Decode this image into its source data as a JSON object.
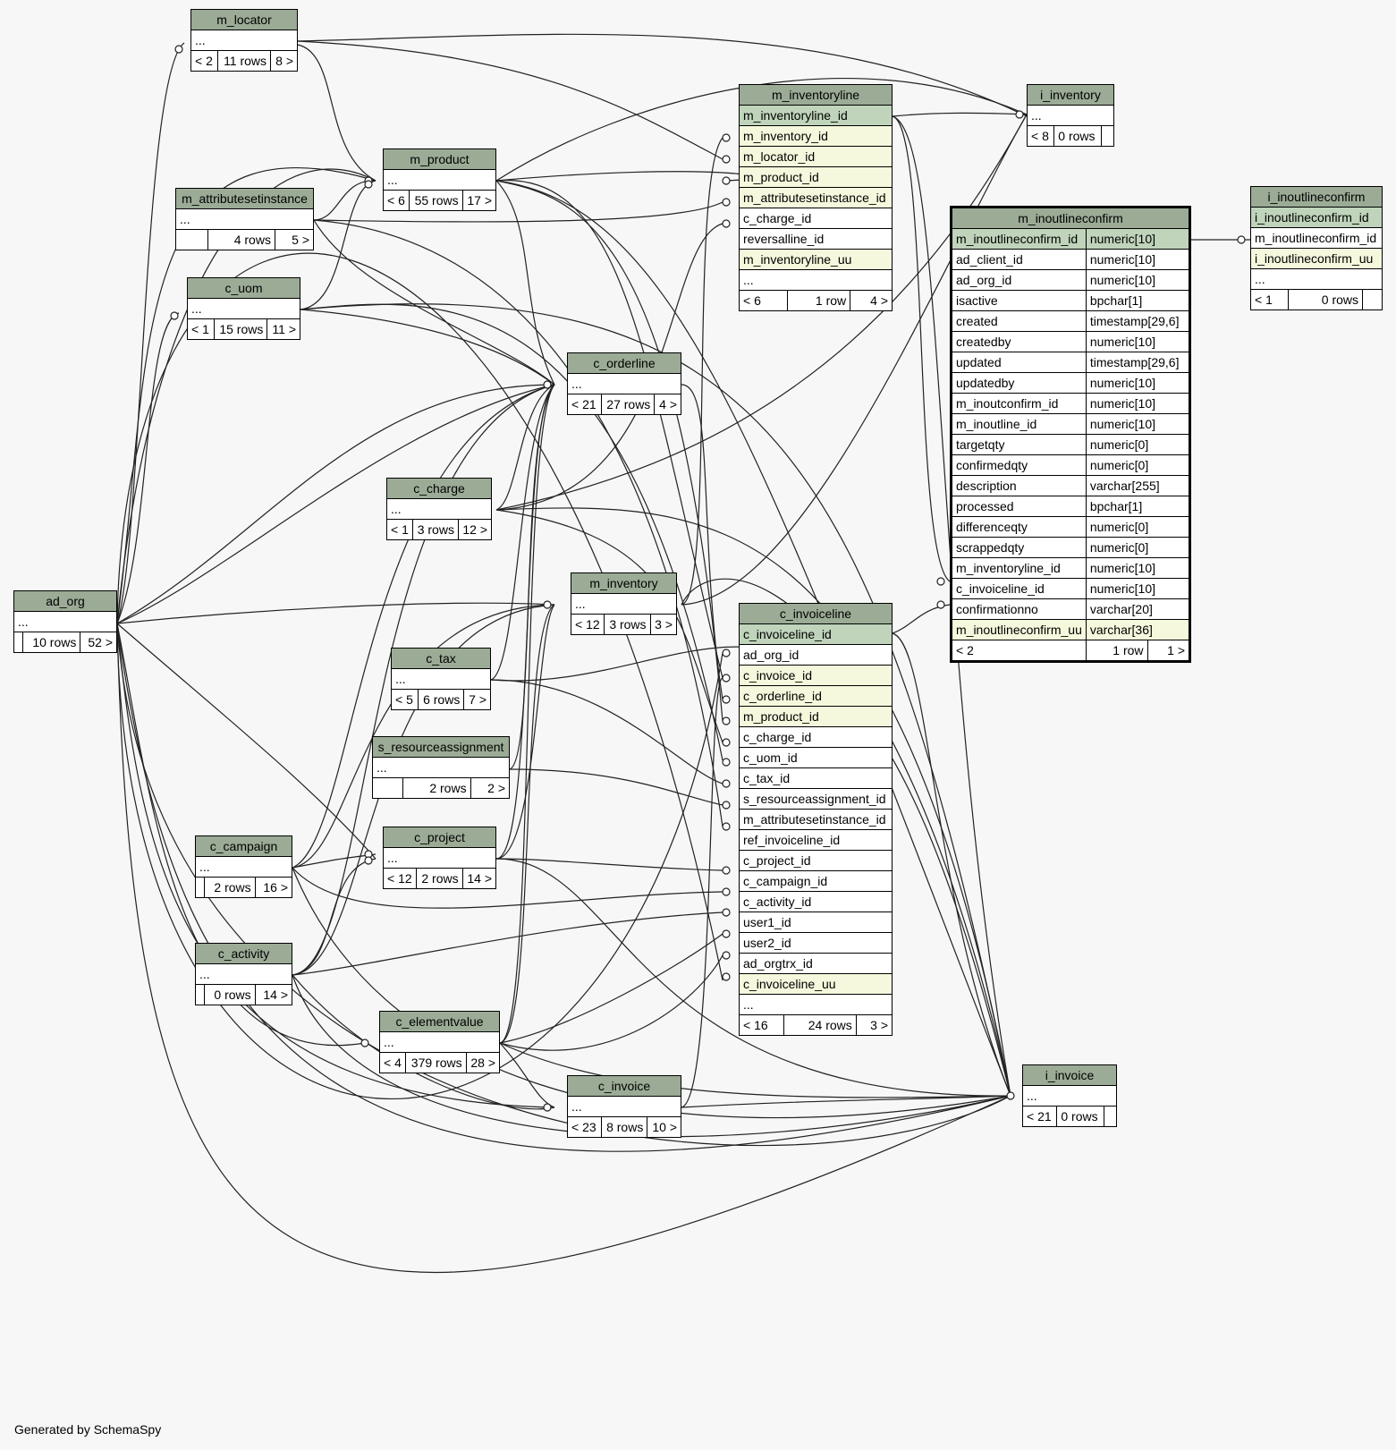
{
  "footer": "Generated by SchemaSpy",
  "tables": {
    "m_locator": {
      "name": "m_locator",
      "stats": [
        "< 2",
        "11 rows",
        "8 >"
      ]
    },
    "m_product": {
      "name": "m_product",
      "stats": [
        "< 6",
        "55 rows",
        "17 >"
      ]
    },
    "m_attributesetinstance": {
      "name": "m_attributesetinstance",
      "stats": [
        "",
        "4 rows",
        "5 >"
      ]
    },
    "c_uom": {
      "name": "c_uom",
      "stats": [
        "< 1",
        "15 rows",
        "11 >"
      ]
    },
    "ad_org": {
      "name": "ad_org",
      "stats": [
        "",
        "10 rows",
        "52 >"
      ]
    },
    "c_orderline": {
      "name": "c_orderline",
      "stats": [
        "< 21",
        "27 rows",
        "4 >"
      ]
    },
    "c_charge": {
      "name": "c_charge",
      "stats": [
        "< 1",
        "3 rows",
        "12 >"
      ]
    },
    "m_inventory": {
      "name": "m_inventory",
      "stats": [
        "< 12",
        "3 rows",
        "3 >"
      ]
    },
    "c_tax": {
      "name": "c_tax",
      "stats": [
        "< 5",
        "6 rows",
        "7 >"
      ]
    },
    "s_resourceassignment": {
      "name": "s_resourceassignment",
      "stats": [
        "",
        "2 rows",
        "2 >"
      ]
    },
    "c_project": {
      "name": "c_project",
      "stats": [
        "< 12",
        "2 rows",
        "14 >"
      ]
    },
    "c_campaign": {
      "name": "c_campaign",
      "stats": [
        "",
        "2 rows",
        "16 >"
      ]
    },
    "c_activity": {
      "name": "c_activity",
      "stats": [
        "",
        "0 rows",
        "14 >"
      ]
    },
    "c_elementvalue": {
      "name": "c_elementvalue",
      "stats": [
        "< 4",
        "379 rows",
        "28 >"
      ]
    },
    "c_invoice": {
      "name": "c_invoice",
      "stats": [
        "< 23",
        "8 rows",
        "10 >"
      ]
    },
    "i_inventory": {
      "name": "i_inventory",
      "stats": [
        "< 8",
        "0 rows",
        ""
      ]
    },
    "i_invoice": {
      "name": "i_invoice",
      "stats": [
        "< 21",
        "0 rows",
        ""
      ]
    },
    "m_inventoryline": {
      "name": "m_inventoryline",
      "columns": [
        "m_inventoryline_id",
        "m_inventory_id",
        "m_locator_id",
        "m_product_id",
        "m_attributesetinstance_id",
        "c_charge_id",
        "reversalline_id",
        "m_inventoryline_uu",
        "..."
      ],
      "stats": [
        "< 6",
        "1 row",
        "4 >"
      ]
    },
    "c_invoiceline": {
      "name": "c_invoiceline",
      "columns": [
        "c_invoiceline_id",
        "ad_org_id",
        "c_invoice_id",
        "c_orderline_id",
        "m_product_id",
        "c_charge_id",
        "c_uom_id",
        "c_tax_id",
        "s_resourceassignment_id",
        "m_attributesetinstance_id",
        "ref_invoiceline_id",
        "c_project_id",
        "c_campaign_id",
        "c_activity_id",
        "user1_id",
        "user2_id",
        "ad_orgtrx_id",
        "c_invoiceline_uu",
        "..."
      ],
      "stats": [
        "< 16",
        "24 rows",
        "3 >"
      ]
    },
    "m_inoutlineconfirm": {
      "name": "m_inoutlineconfirm",
      "columns": [
        {
          "name": "m_inoutlineconfirm_id",
          "type": "numeric[10]"
        },
        {
          "name": "ad_client_id",
          "type": "numeric[10]"
        },
        {
          "name": "ad_org_id",
          "type": "numeric[10]"
        },
        {
          "name": "isactive",
          "type": "bpchar[1]"
        },
        {
          "name": "created",
          "type": "timestamp[29,6]"
        },
        {
          "name": "createdby",
          "type": "numeric[10]"
        },
        {
          "name": "updated",
          "type": "timestamp[29,6]"
        },
        {
          "name": "updatedby",
          "type": "numeric[10]"
        },
        {
          "name": "m_inoutconfirm_id",
          "type": "numeric[10]"
        },
        {
          "name": "m_inoutline_id",
          "type": "numeric[10]"
        },
        {
          "name": "targetqty",
          "type": "numeric[0]"
        },
        {
          "name": "confirmedqty",
          "type": "numeric[0]"
        },
        {
          "name": "description",
          "type": "varchar[255]"
        },
        {
          "name": "processed",
          "type": "bpchar[1]"
        },
        {
          "name": "differenceqty",
          "type": "numeric[0]"
        },
        {
          "name": "scrappedqty",
          "type": "numeric[0]"
        },
        {
          "name": "m_inventoryline_id",
          "type": "numeric[10]"
        },
        {
          "name": "c_invoiceline_id",
          "type": "numeric[10]"
        },
        {
          "name": "confirmationno",
          "type": "varchar[20]"
        },
        {
          "name": "m_inoutlineconfirm_uu",
          "type": "varchar[36]"
        }
      ],
      "stats": [
        "< 2",
        "1 row",
        "1 >"
      ]
    },
    "i_inoutlineconfirm": {
      "name": "i_inoutlineconfirm",
      "columns": [
        "i_inoutlineconfirm_id",
        "m_inoutlineconfirm_id",
        "i_inoutlineconfirm_uu",
        "..."
      ],
      "stats": [
        "< 1",
        "0 rows",
        ""
      ]
    }
  },
  "ellipsis": "..."
}
